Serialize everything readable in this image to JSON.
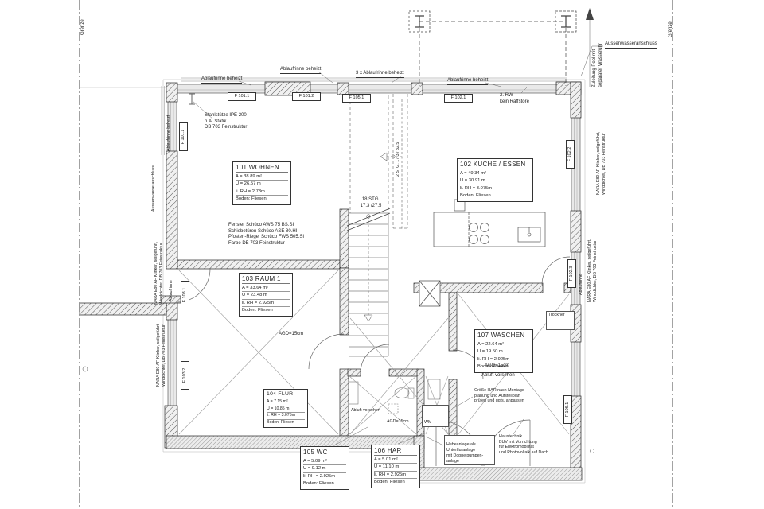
{
  "site": {
    "boundary_left": "Grenze",
    "boundary_right": "Grenze"
  },
  "rooms": [
    {
      "name": "101 WOHNEN",
      "area": "A = 38.89 m²",
      "perimeter": "U = 26.57 m",
      "height": "li. RH = 2.73m",
      "floor": "Boden: Fliesen"
    },
    {
      "name": "102 KÜCHE / ESSEN",
      "area": "A = 49.34 m²",
      "perimeter": "U = 30.91 m",
      "height": "li. RH = 3.075m",
      "floor": "Boden: Fliesen"
    },
    {
      "name": "103 RAUM 1",
      "area": "A = 33.64 m²",
      "perimeter": "U = 23.48 m",
      "height": "li. RH = 2.925m",
      "floor": "Boden: Fliesen"
    },
    {
      "name": "104 FLUR",
      "area": "A = 7.15 m²",
      "perimeter": "U = 10.85 m",
      "height": "li. RH = 3.075m",
      "floor": "Boden: Fliesen"
    },
    {
      "name": "105 WC",
      "area": "A = 5.09 m²",
      "perimeter": "U = 9.12 m",
      "height": "li. RH = 2.925m",
      "floor": "Boden: Fliesen"
    },
    {
      "name": "106 HAR",
      "area": "A = 5.01 m²",
      "perimeter": "U = 11.10 m",
      "height": "li. RH = 2.925m",
      "floor": "Boden: Fliesen"
    },
    {
      "name": "107 WASCHEN",
      "area": "A = 22.64 m²",
      "perimeter": "U = 19.50 m",
      "height": "li. RH = 2.925m",
      "floor": "Boden: Fliesen"
    }
  ],
  "window_labels": [
    "F 101.1",
    "F 101.2",
    "F 105.1",
    "F 102.1",
    "F 103.1",
    "F 103.2",
    "F 102.2",
    "F 102.3",
    "F 106.1"
  ],
  "stairs": {
    "run_label": "18 STG.\n17.3 /27.5",
    "upper_run_label": "2 STG. 17.3 / 32.5"
  },
  "annotations": {
    "ablaufrinne_beheizt": "Ablaufrinne beheizt",
    "ablaufrinne_3x": "3 x Ablaufrinne beheizt",
    "ablaufrinne": "Ablaufrinne",
    "rw_note": "2. RW\nkein Raffstore",
    "zuleitung_pool": "Zuleitung Pool mit\nseparater Wasseruhr",
    "aussenwasseranschluss": "Aussenwasseranschluss",
    "stahlstuetze": "Stahlstütze IPE 200\nn.A. Statik\nDB 703 Feinstruktur",
    "fassade": "NARA E80 AF Klinker, seilgeführt,\nWinddichter, DB 703 Feinstruktur",
    "fenster_spec": "Fenster Schüco AWS 75 BS.SI\nSchiebetüren Schüco ASE 80.HI\nPfosten-Riegel Schüco FWS 505.SI\nFarbe DB 703 Feinstruktur",
    "agd": "AGD=15cm",
    "abluft": "Abluft vorsehen",
    "trockner": "Trockner",
    "wm": "WM",
    "har_note": "Größe HAR nach Montage-\nplanung und Aufstellplan\nprüfen und ggfs. anpassen",
    "hebeanlage_note": "Hebeanlage als\nUnterfluranlage\nmit Doppelpumpen-\nanlage",
    "haustechnik_note": "Haustechnik\nBUV mit Vorrichtung\nfür Elektromobilität\nund Photovoltaik auf Dach"
  }
}
